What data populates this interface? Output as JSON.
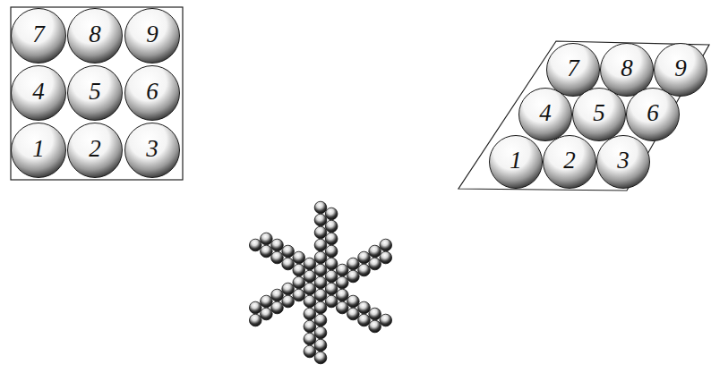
{
  "diagram": {
    "nodes": [
      {
        "text": [
          "7"
        ]
      },
      {
        "text": [
          "8"
        ]
      },
      {
        "text": [
          "9"
        ]
      },
      {
        "text": [
          "4"
        ]
      },
      {
        "text": [
          "5"
        ]
      },
      {
        "text": [
          "6"
        ]
      },
      {
        "text": [
          "1"
        ]
      },
      {
        "text": [
          "2"
        ]
      },
      {
        "text": [
          "3"
        ]
      },
      {
        "text": [
          "7"
        ]
      },
      {
        "text": [
          "8"
        ]
      },
      {
        "text": [
          "9"
        ]
      },
      {
        "text": [
          "4"
        ]
      },
      {
        "text": [
          "5"
        ]
      },
      {
        "text": [
          "6"
        ]
      },
      {
        "text": [
          "1"
        ]
      },
      {
        "text": [
          "2"
        ]
      },
      {
        "text": [
          "3"
        ]
      }
    ]
  }
}
